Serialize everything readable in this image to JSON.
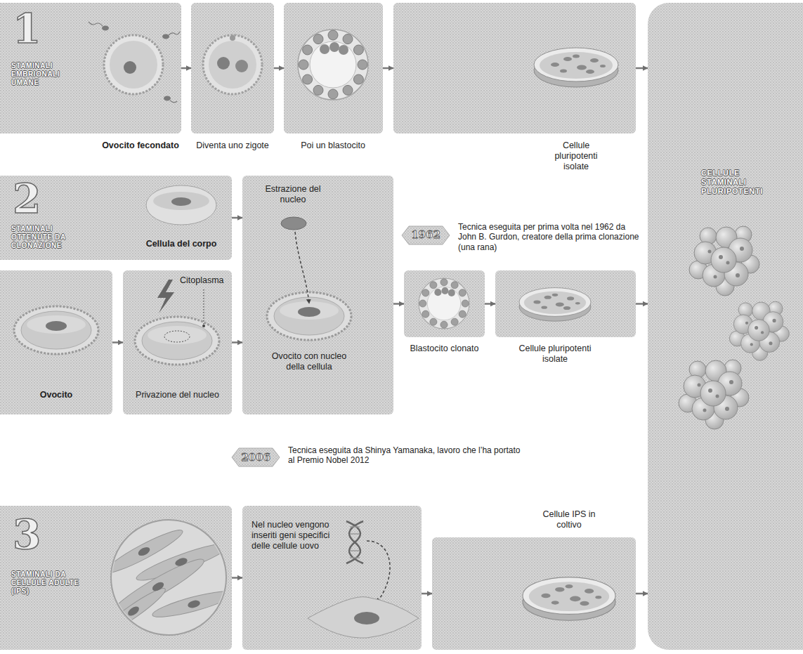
{
  "diagram": {
    "nodes": [
      {
        "text": [
          "1",
          "STAMINALI EMBRIONALI UMANE",
          "Ovocito fecondato"
        ]
      },
      {
        "text": [
          "Diventa uno zigote"
        ]
      },
      {
        "text": [
          "Poi un blastocito"
        ]
      },
      {
        "text": [
          "Cellule pluripotenti isolate"
        ]
      },
      {
        "text": [
          "2",
          "STAMINALI OTTENUTE DA CLONAZIONE",
          "Cellula del corpo"
        ]
      },
      {
        "text": [
          "Estrazione del nucleo",
          "Ovocito con nucleo della cellula"
        ]
      },
      {
        "text": [
          "Ovocito"
        ]
      },
      {
        "text": [
          "Privazione del nucleo"
        ]
      },
      {
        "text": [
          "Blastocito clonato"
        ]
      },
      {
        "text": [
          "Cellule pluripotenti isolate"
        ]
      },
      {
        "text": [
          "CELLULE STAMINALI PLURIPOTENTI"
        ]
      },
      {
        "text": [
          "3",
          "STAMINALI DA CELLULE ADULTE (IPS)"
        ]
      },
      {
        "text": [
          "Nel nucleo vengono inseriti geni specifici delle cellule uovo"
        ]
      },
      {
        "text": [
          "Cellule IPS in coltivo"
        ]
      }
    ],
    "edges": [
      {
        "from": 0,
        "to": 1,
        "arrow": "to"
      },
      {
        "from": 1,
        "to": 2,
        "arrow": "to"
      },
      {
        "from": 2,
        "to": 3,
        "arrow": "to"
      },
      {
        "from": 3,
        "to": 10,
        "arrow": "to"
      },
      {
        "from": 4,
        "to": 5,
        "arrow": "to"
      },
      {
        "from": 6,
        "to": 7,
        "arrow": "to"
      },
      {
        "from": 7,
        "to": 5,
        "arrow": "to"
      },
      {
        "from": 5,
        "to": 8,
        "arrow": "to"
      },
      {
        "from": 8,
        "to": 9,
        "arrow": "to"
      },
      {
        "from": 9,
        "to": 10,
        "arrow": "to"
      },
      {
        "from": 11,
        "to": 12,
        "arrow": "to"
      },
      {
        "from": 12,
        "to": 13,
        "arrow": "to"
      },
      {
        "from": 13,
        "to": 10,
        "arrow": "to"
      }
    ],
    "labels": [
      "1962",
      "Tecnica eseguita per prima volta nel 1962 da John B. Gurdon, creatore della prima clonazione (una rana)",
      "Citoplasma",
      "2006",
      "Tecnica eseguita da Shinya Yamanaka, lavoro che l’ha portato al Premio Nobel 2012"
    ]
  }
}
